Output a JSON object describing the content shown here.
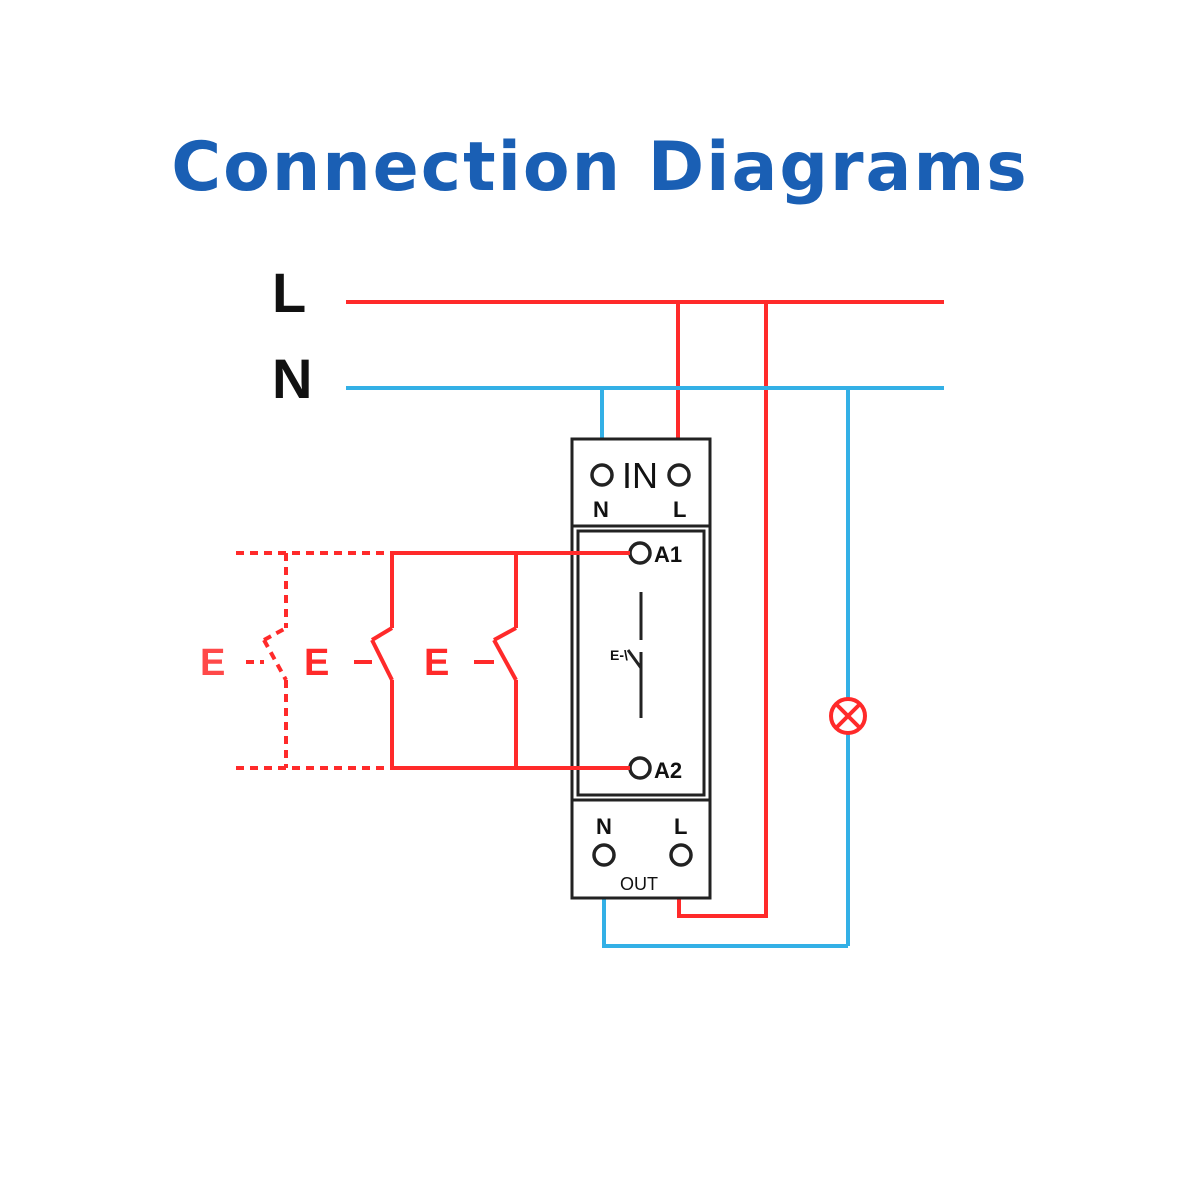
{
  "title": "Connection Diagrams",
  "colors": {
    "title": "#1a5fb4",
    "live": "#ff2a2a",
    "neutral": "#33b0e6",
    "module": "#222222"
  },
  "bus": {
    "live_label": "L",
    "neutral_label": "N"
  },
  "module": {
    "input_label": "IN",
    "input_n": "N",
    "input_l": "L",
    "coil_a1": "A1",
    "coil_a2": "A2",
    "coil_symbol": "E-\\",
    "output_n": "N",
    "output_l": "L",
    "output_label": "OUT"
  },
  "switches": {
    "switch_label": "E",
    "switch_label_dashed": "E"
  },
  "lamp_icon": "lamp-cross-icon"
}
